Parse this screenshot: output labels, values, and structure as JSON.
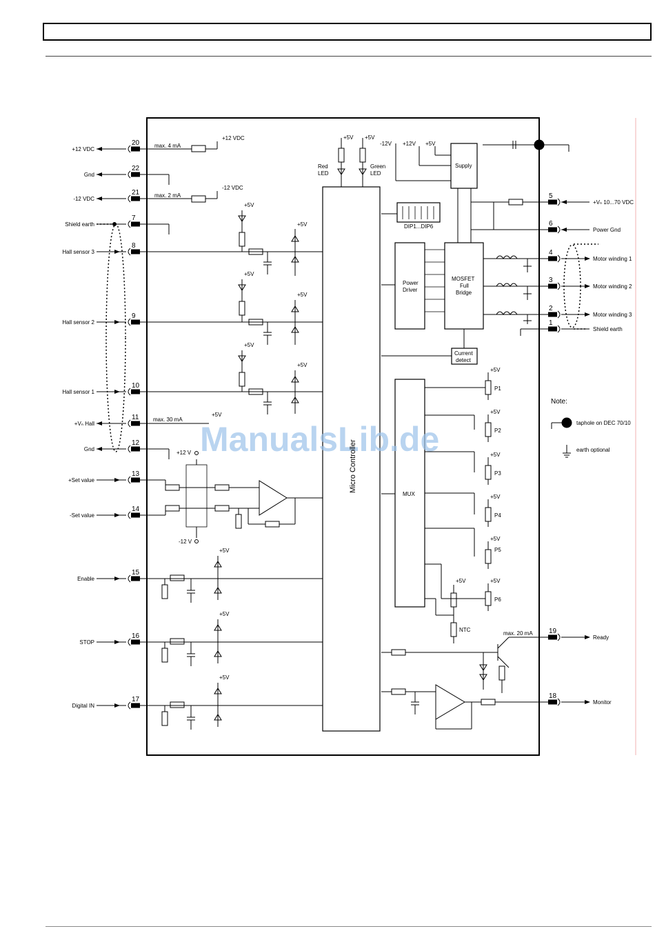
{
  "watermark": "ManualsLib.de",
  "left_pins": [
    {
      "num": "20",
      "label": "+12 VDC",
      "dir": "out"
    },
    {
      "num": "22",
      "label": "Gnd",
      "dir": "out"
    },
    {
      "num": "21",
      "label": "-12 VDC",
      "dir": "out"
    },
    {
      "num": "7",
      "label": "Shield earth",
      "dir": "none"
    },
    {
      "num": "8",
      "label": "Hall sensor 3",
      "dir": "in"
    },
    {
      "num": "9",
      "label": "Hall sensor 2",
      "dir": "in"
    },
    {
      "num": "10",
      "label": "Hall sensor 1",
      "dir": "in"
    },
    {
      "num": "11",
      "label": "+Vₙ Hall",
      "dir": "out"
    },
    {
      "num": "12",
      "label": "Gnd",
      "dir": "out"
    },
    {
      "num": "13",
      "label": "+Set value",
      "dir": "in"
    },
    {
      "num": "14",
      "label": "-Set value",
      "dir": "in"
    },
    {
      "num": "15",
      "label": "Enable",
      "dir": "in"
    },
    {
      "num": "16",
      "label": "STOP",
      "dir": "in"
    },
    {
      "num": "17",
      "label": "Digital IN",
      "dir": "in"
    }
  ],
  "right_pins": [
    {
      "num": "5",
      "label": "+Vₙ 10...70 VDC",
      "dir": "in"
    },
    {
      "num": "6",
      "label": "Power Gnd",
      "dir": "in"
    },
    {
      "num": "4",
      "label": "Motor winding 1",
      "dir": "out"
    },
    {
      "num": "3",
      "label": "Motor winding 2",
      "dir": "out"
    },
    {
      "num": "2",
      "label": "Motor winding 3",
      "dir": "out"
    },
    {
      "num": "1",
      "label": "Shield earth",
      "dir": "none"
    },
    {
      "num": "19",
      "label": "Ready",
      "dir": "out"
    },
    {
      "num": "18",
      "label": "Monitor",
      "dir": "out"
    }
  ],
  "annotations": {
    "max4": "max. 4 mA",
    "v12": "+12 VDC",
    "max2": "max. 2 mA",
    "vm12": "-12 VDC",
    "max30": "max. 30 mA",
    "p5v": "+5V",
    "p12v": "+12 V",
    "m12v": "-12 V",
    "max20": "max. 20 mA",
    "minus12v": "-12V",
    "plus12v": "+12V"
  },
  "blocks": {
    "micro": "Micro Controller",
    "supply": "Supply",
    "dip": "DIP1...DIP6",
    "power_driver": [
      "Power",
      "Driver"
    ],
    "mosfet": [
      "MOSFET",
      "Full",
      "Bridge"
    ],
    "current": [
      "Current",
      "detect"
    ],
    "mux": "MUX",
    "ntc": "NTC",
    "red_led": [
      "Red",
      "LED"
    ],
    "green_led": [
      "Green",
      "LED"
    ]
  },
  "pots": [
    "P1",
    "P2",
    "P3",
    "P4",
    "P5",
    "P6"
  ],
  "note": {
    "title": "Note:",
    "taphole": "taphole on DEC 70/10",
    "earth": "earth optional"
  }
}
